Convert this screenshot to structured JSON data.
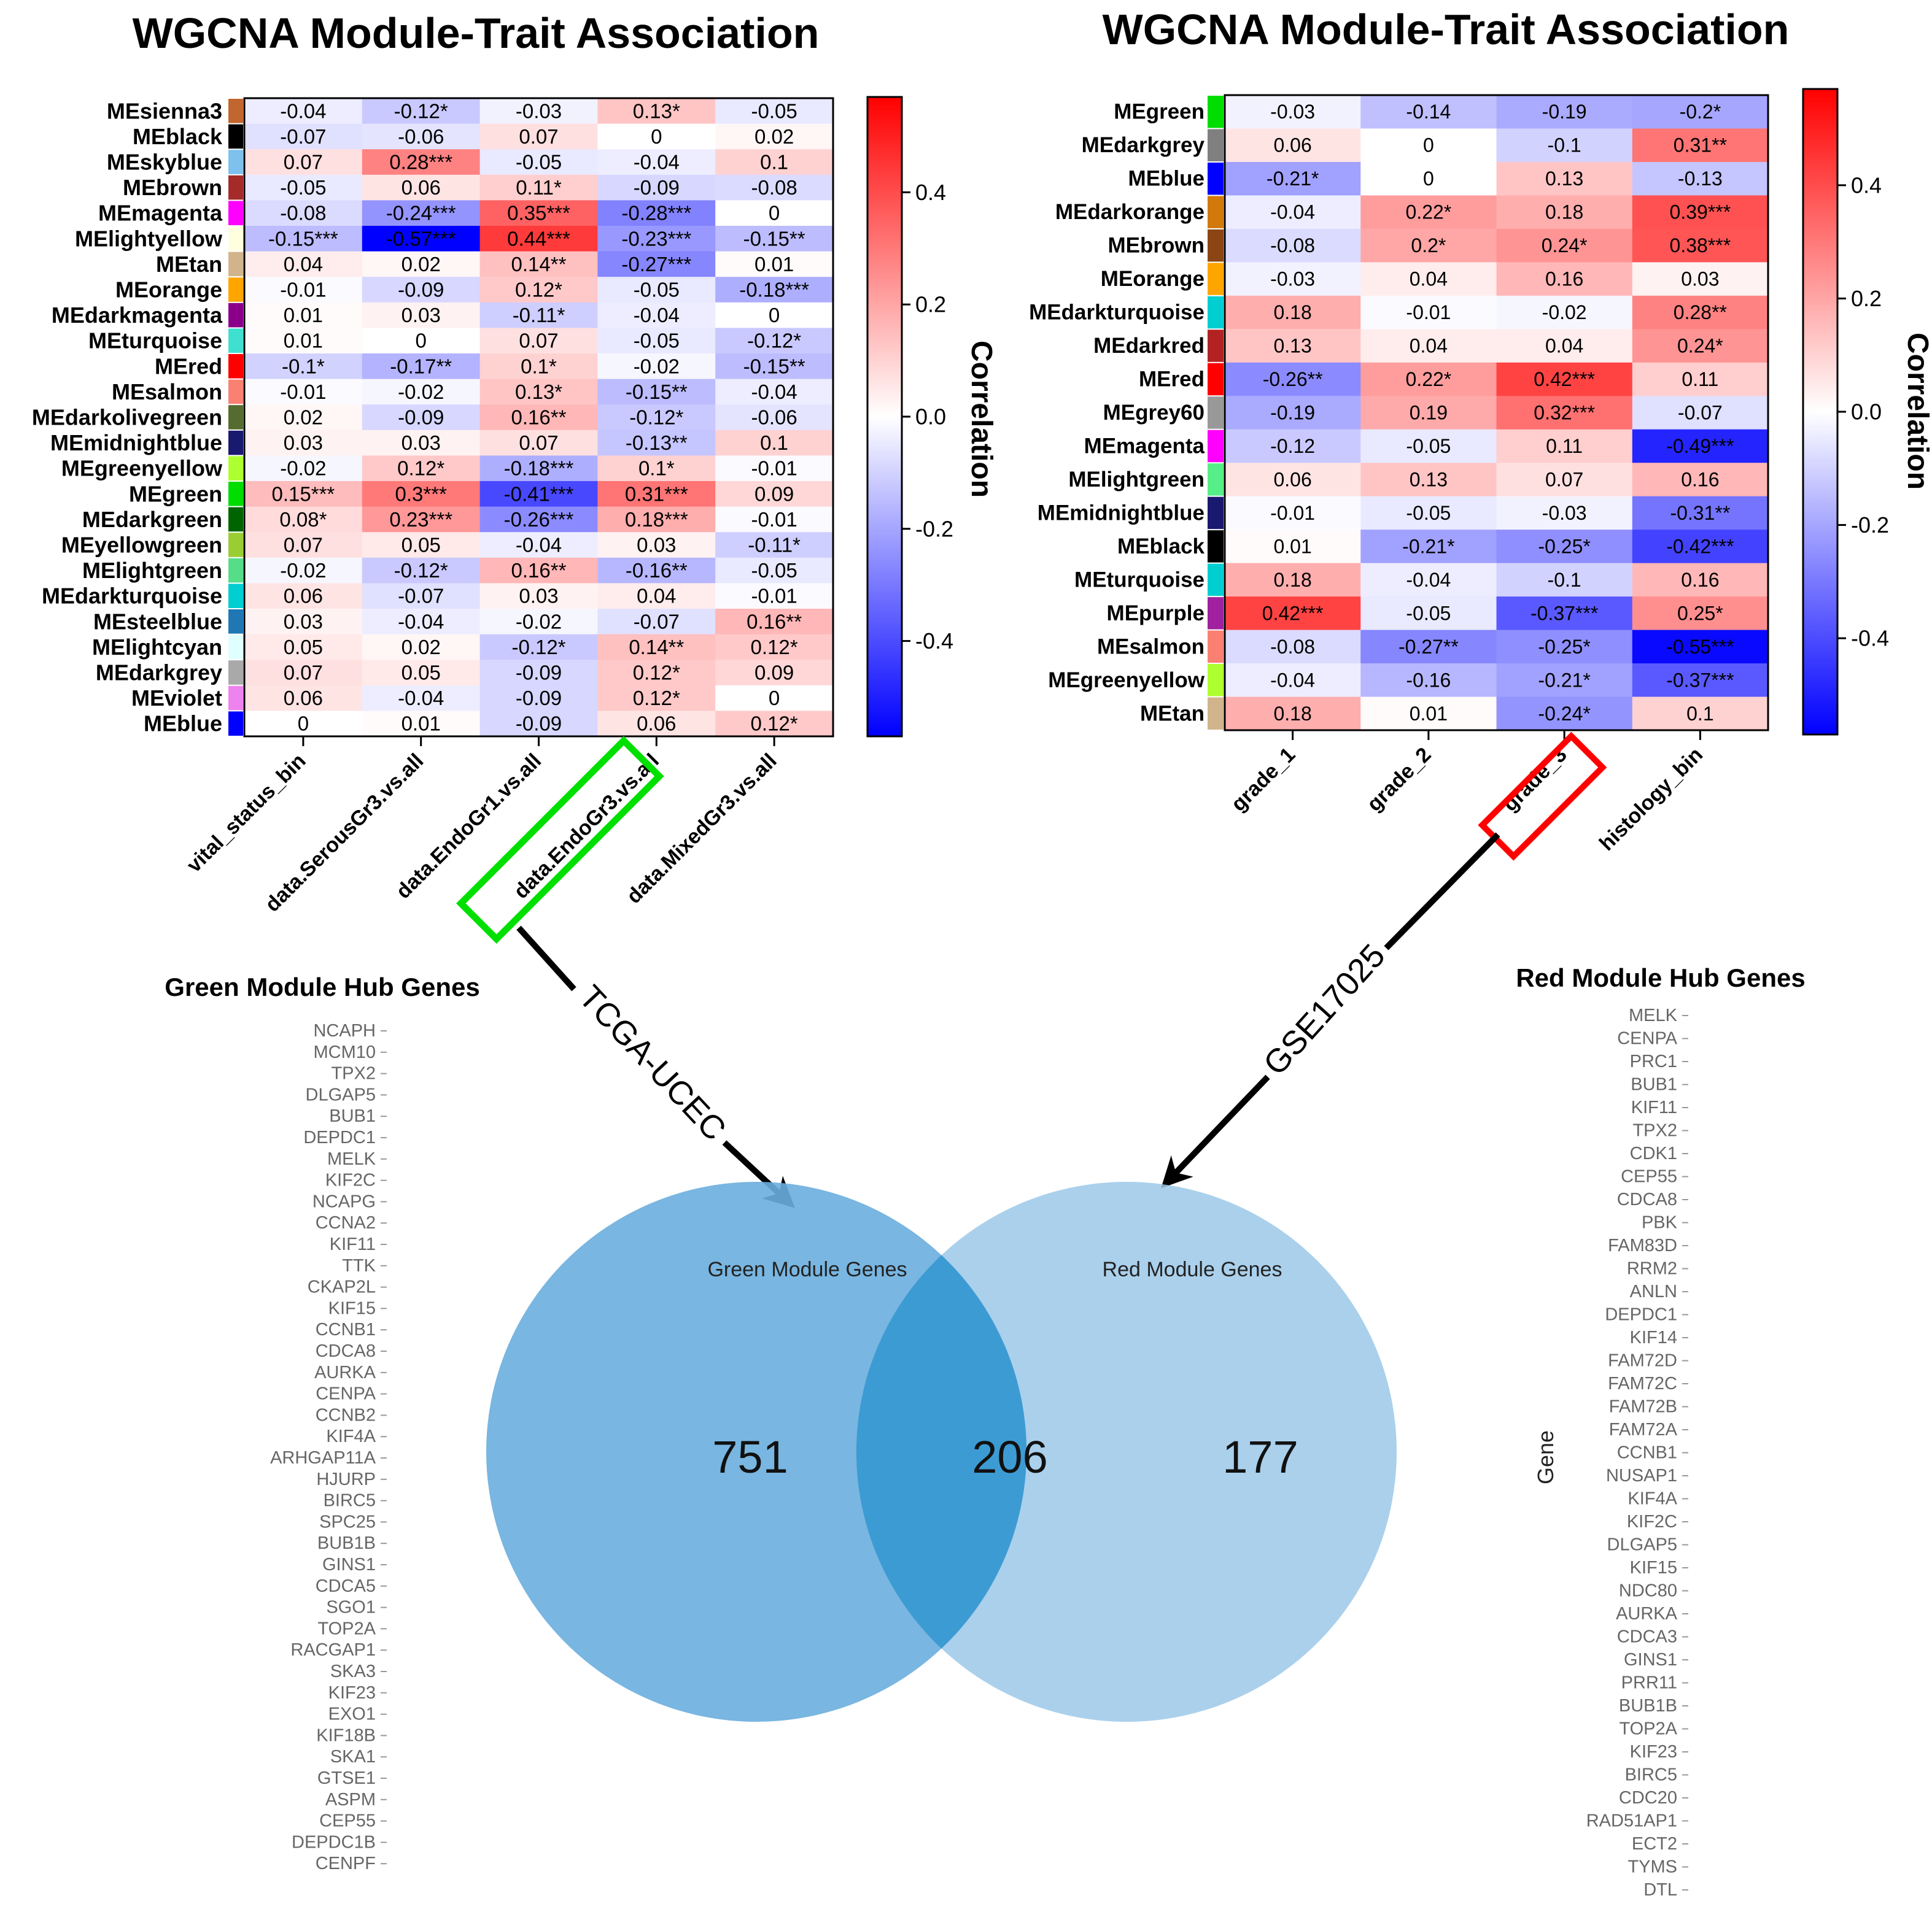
{
  "colors": {
    "neg": "#0000ff",
    "mid": "#ffffff",
    "pos": "#ff0000",
    "venn_left": "#6aaede",
    "venn_right": "#9bc8e9",
    "venn_overlap": "#3d9bd3",
    "highlight_green": "#00e000",
    "highlight_red": "#ff0000",
    "gene_text": "#666666"
  },
  "chart_data": [
    {
      "type": "heatmap",
      "title": "WGCNA Module-Trait Association",
      "legend_title": "Correlation",
      "color_scale": {
        "min": -0.57,
        "max": 0.57,
        "ticks": [
          "0.4",
          "0.2",
          "0.0",
          "-0.2",
          "-0.4"
        ],
        "tick_values": [
          0.4,
          0.2,
          0.0,
          -0.2,
          -0.4
        ]
      },
      "highlighted_column": "data.EndoGr3.vs.all",
      "columns": [
        "vital_status_bin",
        "data.SerousGr3.vs.all",
        "data.EndoGr1.vs.all",
        "data.EndoGr3.vs.all",
        "data.MixedGr3.vs.all"
      ],
      "rows": [
        {
          "module": "MEsienna3",
          "swatch": "#c2662f",
          "values": [
            -0.04,
            -0.12,
            -0.03,
            0.13,
            -0.05
          ],
          "labels": [
            "-0.04",
            "-0.12*",
            "-0.03",
            "0.13*",
            "-0.05"
          ]
        },
        {
          "module": "MEblack",
          "swatch": "#000000",
          "values": [
            -0.07,
            -0.06,
            0.07,
            0,
            0.02
          ],
          "labels": [
            "-0.07",
            "-0.06",
            "0.07",
            "0",
            "0.02"
          ]
        },
        {
          "module": "MEskyblue",
          "swatch": "#7ec0ee",
          "values": [
            0.07,
            0.28,
            -0.05,
            -0.04,
            0.1
          ],
          "labels": [
            "0.07",
            "0.28***",
            "-0.05",
            "-0.04",
            "0.1"
          ]
        },
        {
          "module": "MEbrown",
          "swatch": "#a52a2a",
          "values": [
            -0.05,
            0.06,
            0.11,
            -0.09,
            -0.08
          ],
          "labels": [
            "-0.05",
            "0.06",
            "0.11*",
            "-0.09",
            "-0.08"
          ]
        },
        {
          "module": "MEmagenta",
          "swatch": "#ff00ff",
          "values": [
            -0.08,
            -0.24,
            0.35,
            -0.28,
            0
          ],
          "labels": [
            "-0.08",
            "-0.24***",
            "0.35***",
            "-0.28***",
            "0"
          ]
        },
        {
          "module": "MElightyellow",
          "swatch": "#ffffe0",
          "values": [
            -0.15,
            -0.57,
            0.44,
            -0.23,
            -0.15
          ],
          "labels": [
            "-0.15***",
            "-0.57***",
            "0.44***",
            "-0.23***",
            "-0.15**"
          ]
        },
        {
          "module": "MEtan",
          "swatch": "#d2b48c",
          "values": [
            0.04,
            0.02,
            0.14,
            -0.27,
            0.01
          ],
          "labels": [
            "0.04",
            "0.02",
            "0.14**",
            "-0.27***",
            "0.01"
          ]
        },
        {
          "module": "MEorange",
          "swatch": "#ffa500",
          "values": [
            -0.01,
            -0.09,
            0.12,
            -0.05,
            -0.18
          ],
          "labels": [
            "-0.01",
            "-0.09",
            "0.12*",
            "-0.05",
            "-0.18***"
          ]
        },
        {
          "module": "MEdarkmagenta",
          "swatch": "#8b008b",
          "values": [
            0.01,
            0.03,
            -0.11,
            -0.04,
            0
          ],
          "labels": [
            "0.01",
            "0.03",
            "-0.11*",
            "-0.04",
            "0"
          ]
        },
        {
          "module": "MEturquoise",
          "swatch": "#40e0d0",
          "values": [
            0.01,
            0,
            0.07,
            -0.05,
            -0.12
          ],
          "labels": [
            "0.01",
            "0",
            "0.07",
            "-0.05",
            "-0.12*"
          ]
        },
        {
          "module": "MEred",
          "swatch": "#ff0000",
          "values": [
            -0.1,
            -0.17,
            0.1,
            -0.02,
            -0.15
          ],
          "labels": [
            "-0.1*",
            "-0.17**",
            "0.1*",
            "-0.02",
            "-0.15**"
          ]
        },
        {
          "module": "MEsalmon",
          "swatch": "#fa8072",
          "values": [
            -0.01,
            -0.02,
            0.13,
            -0.15,
            -0.04
          ],
          "labels": [
            "-0.01",
            "-0.02",
            "0.13*",
            "-0.15**",
            "-0.04"
          ]
        },
        {
          "module": "MEdarkolivegreen",
          "swatch": "#556b2f",
          "values": [
            0.02,
            -0.09,
            0.16,
            -0.12,
            -0.06
          ],
          "labels": [
            "0.02",
            "-0.09",
            "0.16**",
            "-0.12*",
            "-0.06"
          ]
        },
        {
          "module": "MEmidnightblue",
          "swatch": "#191970",
          "values": [
            0.03,
            0.03,
            0.07,
            -0.13,
            0.1
          ],
          "labels": [
            "0.03",
            "0.03",
            "0.07",
            "-0.13**",
            "0.1"
          ]
        },
        {
          "module": "MEgreenyellow",
          "swatch": "#adff2f",
          "values": [
            -0.02,
            0.12,
            -0.18,
            0.1,
            -0.01
          ],
          "labels": [
            "-0.02",
            "0.12*",
            "-0.18***",
            "0.1*",
            "-0.01"
          ]
        },
        {
          "module": "MEgreen",
          "swatch": "#00dd00",
          "values": [
            0.15,
            0.3,
            -0.41,
            0.31,
            0.09
          ],
          "labels": [
            "0.15***",
            "0.3***",
            "-0.41***",
            "0.31***",
            "0.09"
          ]
        },
        {
          "module": "MEdarkgreen",
          "swatch": "#006400",
          "values": [
            0.08,
            0.23,
            -0.26,
            0.18,
            -0.01
          ],
          "labels": [
            "0.08*",
            "0.23***",
            "-0.26***",
            "0.18***",
            "-0.01"
          ]
        },
        {
          "module": "MEyellowgreen",
          "swatch": "#9acd32",
          "values": [
            0.07,
            0.05,
            -0.04,
            0.03,
            -0.11
          ],
          "labels": [
            "0.07",
            "0.05",
            "-0.04",
            "0.03",
            "-0.11*"
          ]
        },
        {
          "module": "MElightgreen",
          "swatch": "#55dd88",
          "values": [
            -0.02,
            -0.12,
            0.16,
            -0.16,
            -0.05
          ],
          "labels": [
            "-0.02",
            "-0.12*",
            "0.16**",
            "-0.16**",
            "-0.05"
          ]
        },
        {
          "module": "MEdarkturquoise",
          "swatch": "#00ced1",
          "values": [
            0.06,
            -0.07,
            0.03,
            0.04,
            -0.01
          ],
          "labels": [
            "0.06",
            "-0.07",
            "0.03",
            "0.04",
            "-0.01"
          ]
        },
        {
          "module": "MEsteelblue",
          "swatch": "#1f78b4",
          "values": [
            0.03,
            -0.04,
            -0.02,
            -0.07,
            0.16
          ],
          "labels": [
            "0.03",
            "-0.04",
            "-0.02",
            "-0.07",
            "0.16**"
          ]
        },
        {
          "module": "MElightcyan",
          "swatch": "#e0ffff",
          "values": [
            0.05,
            0.02,
            -0.12,
            0.14,
            0.12
          ],
          "labels": [
            "0.05",
            "0.02",
            "-0.12*",
            "0.14**",
            "0.12*"
          ]
        },
        {
          "module": "MEdarkgrey",
          "swatch": "#a9a9a9",
          "values": [
            0.07,
            0.05,
            -0.09,
            0.12,
            0.09
          ],
          "labels": [
            "0.07",
            "0.05",
            "-0.09",
            "0.12*",
            "0.09"
          ]
        },
        {
          "module": "MEviolet",
          "swatch": "#ee82ee",
          "values": [
            0.06,
            -0.04,
            -0.09,
            0.12,
            0
          ],
          "labels": [
            "0.06",
            "-0.04",
            "-0.09",
            "0.12*",
            "0"
          ]
        },
        {
          "module": "MEblue",
          "swatch": "#0000ff",
          "values": [
            0,
            0.01,
            -0.09,
            0.06,
            0.12
          ],
          "labels": [
            "0",
            "0.01",
            "-0.09",
            "0.06",
            "0.12*"
          ]
        }
      ]
    },
    {
      "type": "heatmap",
      "title": "WGCNA Module-Trait Association",
      "legend_title": "Correlation",
      "color_scale": {
        "min": -0.57,
        "max": 0.57,
        "ticks": [
          "0.4",
          "0.2",
          "0.0",
          "-0.2",
          "-0.4"
        ],
        "tick_values": [
          0.4,
          0.2,
          0.0,
          -0.2,
          -0.4
        ]
      },
      "highlighted_column": "grade_3",
      "columns": [
        "grade_1",
        "grade_2",
        "grade_3",
        "histology_bin"
      ],
      "rows": [
        {
          "module": "MEgreen",
          "swatch": "#00dd00",
          "values": [
            -0.03,
            -0.14,
            -0.19,
            -0.2
          ],
          "labels": [
            "-0.03",
            "-0.14",
            "-0.19",
            "-0.2*"
          ]
        },
        {
          "module": "MEdarkgrey",
          "swatch": "#808080",
          "values": [
            0.06,
            0,
            -0.1,
            0.31
          ],
          "labels": [
            "0.06",
            "0",
            "-0.1",
            "0.31**"
          ]
        },
        {
          "module": "MEblue",
          "swatch": "#0000ff",
          "values": [
            -0.21,
            0,
            0.13,
            -0.13
          ],
          "labels": [
            "-0.21*",
            "0",
            "0.13",
            "-0.13"
          ]
        },
        {
          "module": "MEdarkorange",
          "swatch": "#d2790c",
          "values": [
            -0.04,
            0.22,
            0.18,
            0.39
          ],
          "labels": [
            "-0.04",
            "0.22*",
            "0.18",
            "0.39***"
          ]
        },
        {
          "module": "MEbrown",
          "swatch": "#8b4513",
          "values": [
            -0.08,
            0.2,
            0.24,
            0.38
          ],
          "labels": [
            "-0.08",
            "0.2*",
            "0.24*",
            "0.38***"
          ]
        },
        {
          "module": "MEorange",
          "swatch": "#ffa500",
          "values": [
            -0.03,
            0.04,
            0.16,
            0.03
          ],
          "labels": [
            "-0.03",
            "0.04",
            "0.16",
            "0.03"
          ]
        },
        {
          "module": "MEdarkturquoise",
          "swatch": "#00ced1",
          "values": [
            0.18,
            -0.01,
            -0.02,
            0.28
          ],
          "labels": [
            "0.18",
            "-0.01",
            "-0.02",
            "0.28**"
          ]
        },
        {
          "module": "MEdarkred",
          "swatch": "#b22222",
          "values": [
            0.13,
            0.04,
            0.04,
            0.24
          ],
          "labels": [
            "0.13",
            "0.04",
            "0.04",
            "0.24*"
          ]
        },
        {
          "module": "MEred",
          "swatch": "#ff0000",
          "values": [
            -0.26,
            0.22,
            0.42,
            0.11
          ],
          "labels": [
            "-0.26**",
            "0.22*",
            "0.42***",
            "0.11"
          ]
        },
        {
          "module": "MEgrey60",
          "swatch": "#999999",
          "values": [
            -0.19,
            0.19,
            0.32,
            -0.07
          ],
          "labels": [
            "-0.19",
            "0.19",
            "0.32***",
            "-0.07"
          ]
        },
        {
          "module": "MEmagenta",
          "swatch": "#ff00ff",
          "values": [
            -0.12,
            -0.05,
            0.11,
            -0.49
          ],
          "labels": [
            "-0.12",
            "-0.05",
            "0.11",
            "-0.49***"
          ]
        },
        {
          "module": "MElightgreen",
          "swatch": "#55ee88",
          "values": [
            0.06,
            0.13,
            0.07,
            0.16
          ],
          "labels": [
            "0.06",
            "0.13",
            "0.07",
            "0.16"
          ]
        },
        {
          "module": "MEmidnightblue",
          "swatch": "#191970",
          "values": [
            -0.01,
            -0.05,
            -0.03,
            -0.31
          ],
          "labels": [
            "-0.01",
            "-0.05",
            "-0.03",
            "-0.31**"
          ]
        },
        {
          "module": "MEblack",
          "swatch": "#000000",
          "values": [
            0.01,
            -0.21,
            -0.25,
            -0.42
          ],
          "labels": [
            "0.01",
            "-0.21*",
            "-0.25*",
            "-0.42***"
          ]
        },
        {
          "module": "MEturquoise",
          "swatch": "#00ced1",
          "values": [
            0.18,
            -0.04,
            -0.1,
            0.16
          ],
          "labels": [
            "0.18",
            "-0.04",
            "-0.1",
            "0.16"
          ]
        },
        {
          "module": "MEpurple",
          "swatch": "#a020a0",
          "values": [
            0.42,
            -0.05,
            -0.37,
            0.25
          ],
          "labels": [
            "0.42***",
            "-0.05",
            "-0.37***",
            "0.25*"
          ]
        },
        {
          "module": "MEsalmon",
          "swatch": "#fa8072",
          "values": [
            -0.08,
            -0.27,
            -0.25,
            -0.55
          ],
          "labels": [
            "-0.08",
            "-0.27**",
            "-0.25*",
            "-0.55***"
          ]
        },
        {
          "module": "MEgreenyellow",
          "swatch": "#adff2f",
          "values": [
            -0.04,
            -0.16,
            -0.21,
            -0.37
          ],
          "labels": [
            "-0.04",
            "-0.16",
            "-0.21*",
            "-0.37***"
          ]
        },
        {
          "module": "MEtan",
          "swatch": "#d2b48c",
          "values": [
            0.18,
            0.01,
            -0.24,
            0.1
          ],
          "labels": [
            "0.18",
            "0.01",
            "-0.24*",
            "0.1"
          ]
        }
      ]
    }
  ],
  "arrows": {
    "left_label": "TCGA-UCEC",
    "right_label": "GSE17025"
  },
  "venn": {
    "type": "venn",
    "left_label": "Green Module Genes",
    "right_label": "Red Module Genes",
    "left_only": 751,
    "overlap": 206,
    "right_only": 177
  },
  "green_hub": {
    "title": "Green Module Hub Genes",
    "genes": [
      "NCAPH",
      "MCM10",
      "TPX2",
      "DLGAP5",
      "BUB1",
      "DEPDC1",
      "MELK",
      "KIF2C",
      "NCAPG",
      "CCNA2",
      "KIF11",
      "TTK",
      "CKAP2L",
      "KIF15",
      "CCNB1",
      "CDCA8",
      "AURKA",
      "CENPA",
      "CCNB2",
      "KIF4A",
      "ARHGAP11A",
      "HJURP",
      "BIRC5",
      "SPC25",
      "BUB1B",
      "GINS1",
      "CDCA5",
      "SGO1",
      "TOP2A",
      "RACGAP1",
      "SKA3",
      "KIF23",
      "EXO1",
      "KIF18B",
      "SKA1",
      "GTSE1",
      "ASPM",
      "CEP55",
      "DEPDC1B",
      "CENPF"
    ]
  },
  "red_hub": {
    "title": "Red Module Hub Genes",
    "axis_label": "Gene",
    "genes": [
      "MELK",
      "CENPA",
      "PRC1",
      "BUB1",
      "KIF11",
      "TPX2",
      "CDK1",
      "CEP55",
      "CDCA8",
      "PBK",
      "FAM83D",
      "RRM2",
      "ANLN",
      "DEPDC1",
      "KIF14",
      "FAM72D",
      "FAM72C",
      "FAM72B",
      "FAM72A",
      "CCNB1",
      "NUSAP1",
      "KIF4A",
      "KIF2C",
      "DLGAP5",
      "KIF15",
      "NDC80",
      "AURKA",
      "CDCA3",
      "GINS1",
      "PRR11",
      "BUB1B",
      "TOP2A",
      "KIF23",
      "BIRC5",
      "CDC20",
      "RAD51AP1",
      "ECT2",
      "TYMS",
      "DTL"
    ]
  }
}
